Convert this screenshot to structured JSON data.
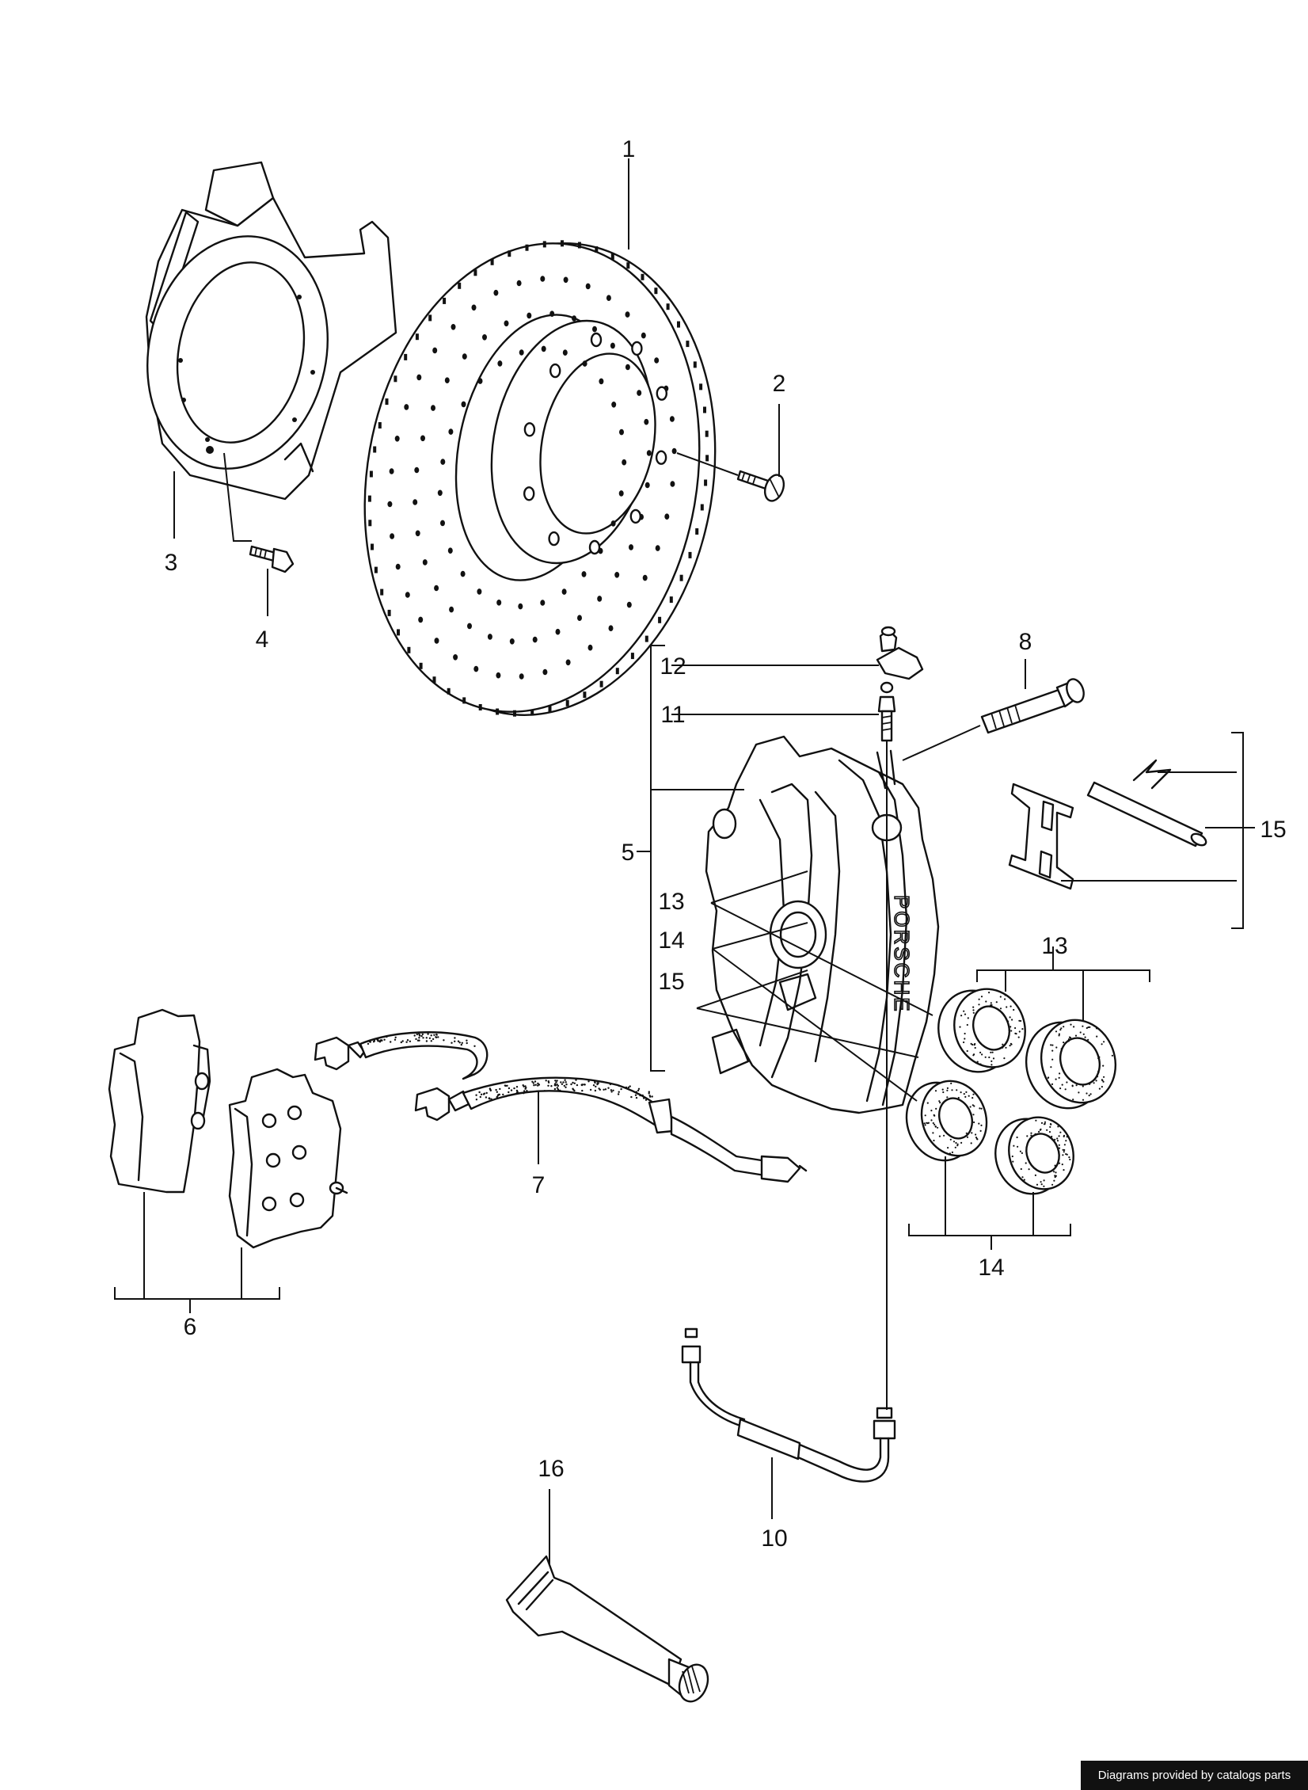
{
  "diagram": {
    "callouts": {
      "c1": "1",
      "c2": "2",
      "c3": "3",
      "c4": "4",
      "c5": "5",
      "c6": "6",
      "c7": "7",
      "c8": "8",
      "c10": "10",
      "c11": "11",
      "c12": "12",
      "c13a": "13",
      "c14a": "14",
      "c15a": "15",
      "c13b": "13",
      "c14b": "14",
      "c15b": "15",
      "c16": "16"
    },
    "caliper_lettering": "PORSCHE"
  },
  "credit": {
    "text": "Diagrams provided by catalogs parts"
  }
}
